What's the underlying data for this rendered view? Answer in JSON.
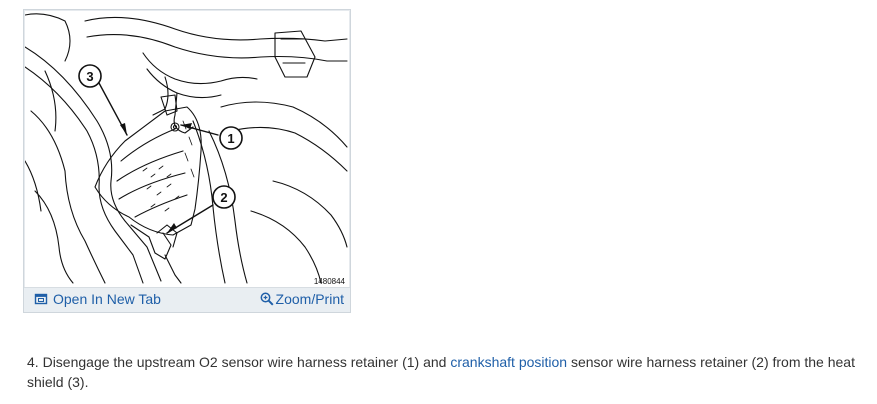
{
  "figure": {
    "image_id_label": "1480844",
    "callouts": [
      "1",
      "2",
      "3"
    ],
    "toolbar": {
      "open_label": "Open In New Tab",
      "open_icon": "open-in-new-tab-icon",
      "zoom_label": "Zoom/Print",
      "zoom_icon": "magnifier-icon",
      "link_color": "#1f5fa8"
    }
  },
  "step": {
    "number": "4.",
    "text_before": "Disengage the upstream O2 sensor wire harness retainer (1) and",
    "link_text": "crankshaft position",
    "text_after": "sensor wire harness retainer (2) from the heat shield (3)."
  }
}
